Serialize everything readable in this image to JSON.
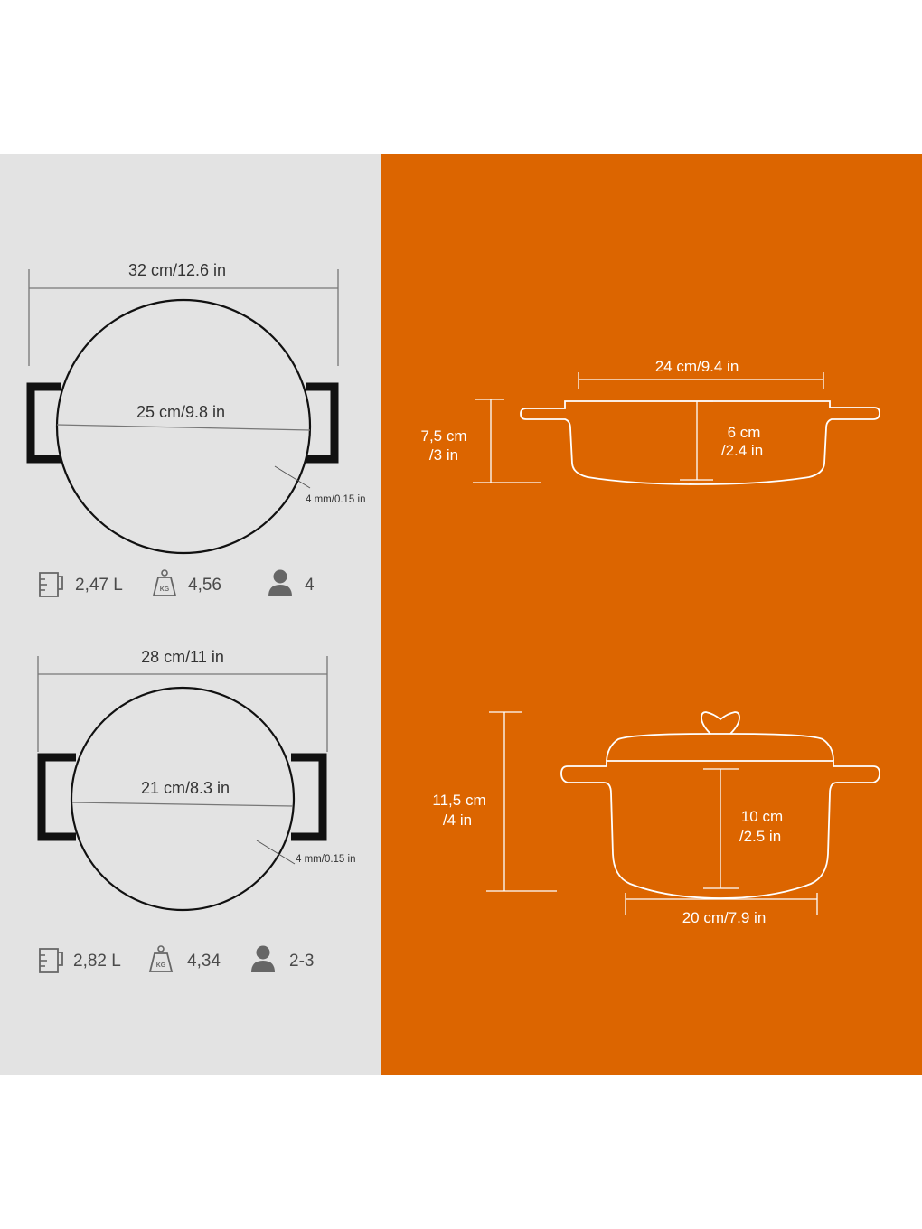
{
  "colors": {
    "left_panel": "#e3e3e3",
    "right_panel": "#dc6500",
    "top_bottom": "#ffffff",
    "outline": "#111111",
    "dim_line": "#777777",
    "icon": "#666666"
  },
  "product_top": {
    "overall_width": "32 cm/12.6 in",
    "inner_diameter": "25 cm/9.8 in",
    "wall_thickness": "4 mm/0.15 in",
    "stats": {
      "volume": "2,47 L",
      "weight": "4,56",
      "servings": "4",
      "volume_icon": "measuring-jug-icon",
      "weight_icon": "kg-weight-icon",
      "servings_icon": "person-icon"
    },
    "side_view": {
      "top_width": "24 cm/9.4 in",
      "total_height_line1": "7,5 cm",
      "total_height_line2": "/3 in",
      "inner_height_line1": "6 cm",
      "inner_height_line2": "/2.4 in"
    }
  },
  "product_bottom": {
    "overall_width": "28 cm/11 in",
    "inner_diameter": "21 cm/8.3 in",
    "wall_thickness": "4 mm/0.15 in",
    "stats": {
      "volume": "2,82 L",
      "weight": "4,34",
      "servings": "2-3",
      "volume_icon": "measuring-jug-icon",
      "weight_icon": "kg-weight-icon",
      "servings_icon": "person-icon"
    },
    "side_view": {
      "total_height_line1": "11,5 cm",
      "total_height_line2": "/4 in",
      "inner_height_line1": "10 cm",
      "inner_height_line2": "/2.5 in",
      "base_width": "20 cm/7.9 in"
    }
  }
}
